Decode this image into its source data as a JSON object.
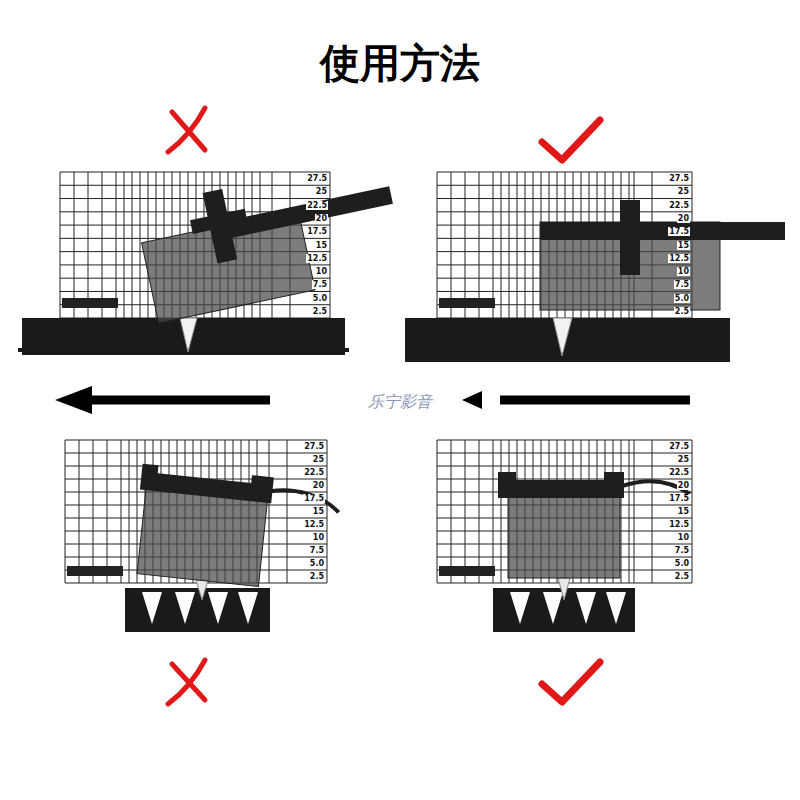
{
  "diagram": {
    "title": "使用方法",
    "labels": [
      "27.5",
      "25",
      "22.5",
      "20",
      "17.5",
      "15",
      "12.5",
      "10",
      "7.5",
      "5.0",
      "2.5",
      "27.5",
      "25",
      "22.5",
      "20",
      "17.5",
      "15",
      "12.5",
      "10",
      "7.5",
      "5.0",
      "2.5",
      "乐宁影音",
      "27.5",
      "25",
      "22.5",
      "20",
      "17.5",
      "15",
      "12.5",
      "10",
      "7.5",
      "5.0",
      "2.5",
      "27.5",
      "25",
      "22.5",
      "20",
      "17.5",
      "15",
      "12.5",
      "10",
      "7.5",
      "5.0",
      "2.5"
    ]
  }
}
